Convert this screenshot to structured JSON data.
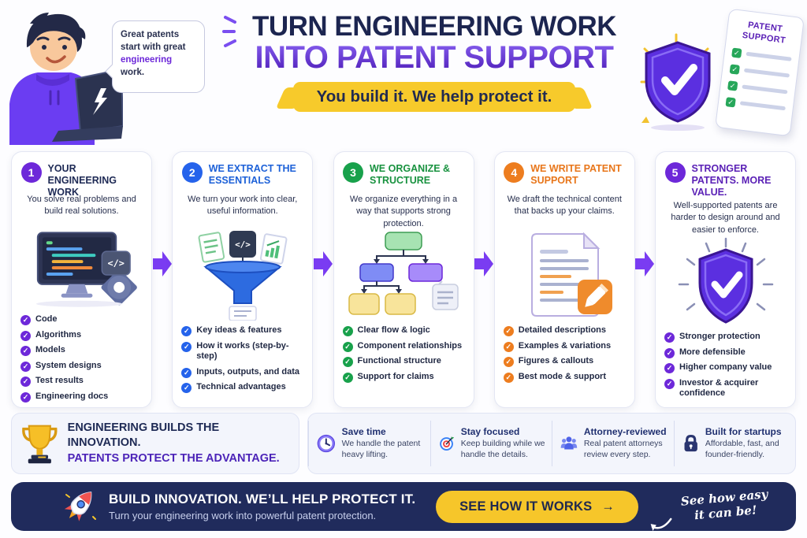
{
  "hero": {
    "speech": {
      "pre": "Great patents start with great ",
      "highlight": "engineering",
      "post": " work."
    },
    "title_line1": "TURN ENGINEERING WORK",
    "title_line2": "INTO PATENT SUPPORT",
    "tagline": "You build it. We help protect it.",
    "badge_card_title": "PATENT SUPPORT"
  },
  "misc": {
    "code_icon": "</>",
    "check_glyph": "✓"
  },
  "steps": [
    {
      "number": "1",
      "title": "YOUR ENGINEERING WORK",
      "desc": "You solve real problems and build real solutions.",
      "accent": "#6d28d9",
      "title_color": "#1e2a55",
      "illustration": "monitor-code-gear",
      "bullets": [
        "Code",
        "Algorithms",
        "Models",
        "System designs",
        "Test results",
        "Engineering docs"
      ]
    },
    {
      "number": "2",
      "title": "WE EXTRACT THE ESSENTIALS",
      "desc": "We turn your work into clear, useful information.",
      "accent": "#2563eb",
      "title_color": "#1d61d8",
      "illustration": "funnel-documents",
      "bullets": [
        "Key ideas & features",
        "How it works (step-by-step)",
        "Inputs, outputs, and data",
        "Technical advantages"
      ]
    },
    {
      "number": "3",
      "title": "WE ORGANIZE & STRUCTURE",
      "desc": "We organize everything in a way that supports strong protection.",
      "accent": "#18a14b",
      "title_color": "#18923f",
      "illustration": "flowchart",
      "bullets": [
        "Clear flow & logic",
        "Component relationships",
        "Functional structure",
        "Support for claims"
      ]
    },
    {
      "number": "4",
      "title": "WE WRITE PATENT SUPPORT",
      "desc": "We draft the technical content that backs up your claims.",
      "accent": "#ed7d1f",
      "title_color": "#e8761a",
      "illustration": "document-pencil",
      "bullets": [
        "Detailed descriptions",
        "Examples & variations",
        "Figures & callouts",
        "Best mode & support"
      ]
    },
    {
      "number": "5",
      "title": "STRONGER PATENTS. MORE VALUE.",
      "desc": "Well-supported patents are harder to design around and easier to enforce.",
      "accent": "#6d28d9",
      "title_color": "#5b21b6",
      "illustration": "shield-check",
      "bullets": [
        "Stronger protection",
        "More defensible",
        "Higher company value",
        "Investor & acquirer confidence"
      ]
    }
  ],
  "band": {
    "headline_line1": "ENGINEERING BUILDS THE INNOVATION.",
    "headline_line2": "PATENTS PROTECT THE ADVANTAGE.",
    "headline_icon": "trophy",
    "features": [
      {
        "icon": "clock",
        "title": "Save time",
        "desc": "We handle the patent heavy lifting."
      },
      {
        "icon": "target",
        "title": "Stay focused",
        "desc": "Keep building while we handle the details."
      },
      {
        "icon": "people",
        "title": "Attorney-reviewed",
        "desc": "Real patent attorneys review every step."
      },
      {
        "icon": "lock",
        "title": "Built for startups",
        "desc": "Affordable, fast, and founder-friendly."
      }
    ]
  },
  "cta": {
    "icon": "rocket",
    "title": "BUILD INNOVATION. WE’LL HELP PROTECT IT.",
    "subtitle": "Turn your engineering work into powerful patent protection.",
    "button_label": "SEE HOW IT WORKS",
    "button_arrow": "→",
    "note_line1": "See how easy",
    "note_line2": "it can be!"
  },
  "colors": {
    "navy": "#1c2550",
    "purple": "#6d28d9",
    "blue": "#2563eb",
    "green": "#18a14b",
    "orange": "#ed7d1f",
    "yellow_highlight": "#f7ca2b",
    "footer_navy": "#202b5c"
  }
}
